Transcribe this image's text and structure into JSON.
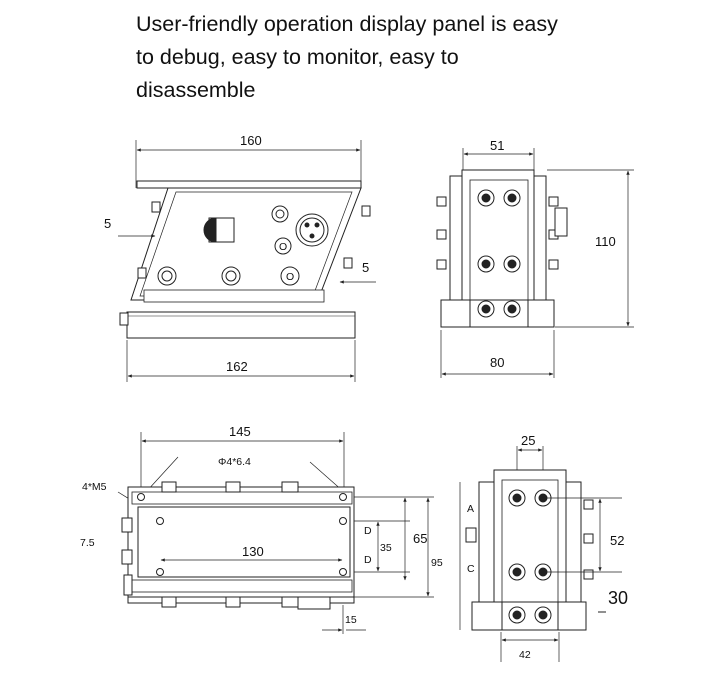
{
  "headline": {
    "line1": "User-friendly operation display panel is easy",
    "line2": "to debug, easy to monitor, easy to",
    "line3": "disassemble"
  },
  "front_view": {
    "dim_top": "160",
    "dim_bottom": "162",
    "dim_left": "5",
    "dim_right": "5",
    "port_mark_1": "O",
    "port_mark_2": "O"
  },
  "side_view": {
    "dim_top": "51",
    "dim_height": "110",
    "dim_bottom": "80"
  },
  "bottom_view": {
    "dim_top": "145",
    "hole_spec": "Φ4*6.4",
    "thread_spec": "4*M5",
    "dim_left": "7.5",
    "dim_center": "130",
    "mark_d1": "D",
    "mark_d2": "D",
    "dim_35": "35",
    "dim_65": "65",
    "dim_95": "95",
    "dim_15": "15"
  },
  "end_view": {
    "dim_top": "25",
    "dim_52": "52",
    "dim_30": "30",
    "dim_42": "42",
    "mark_a": "A",
    "mark_c": "C"
  }
}
